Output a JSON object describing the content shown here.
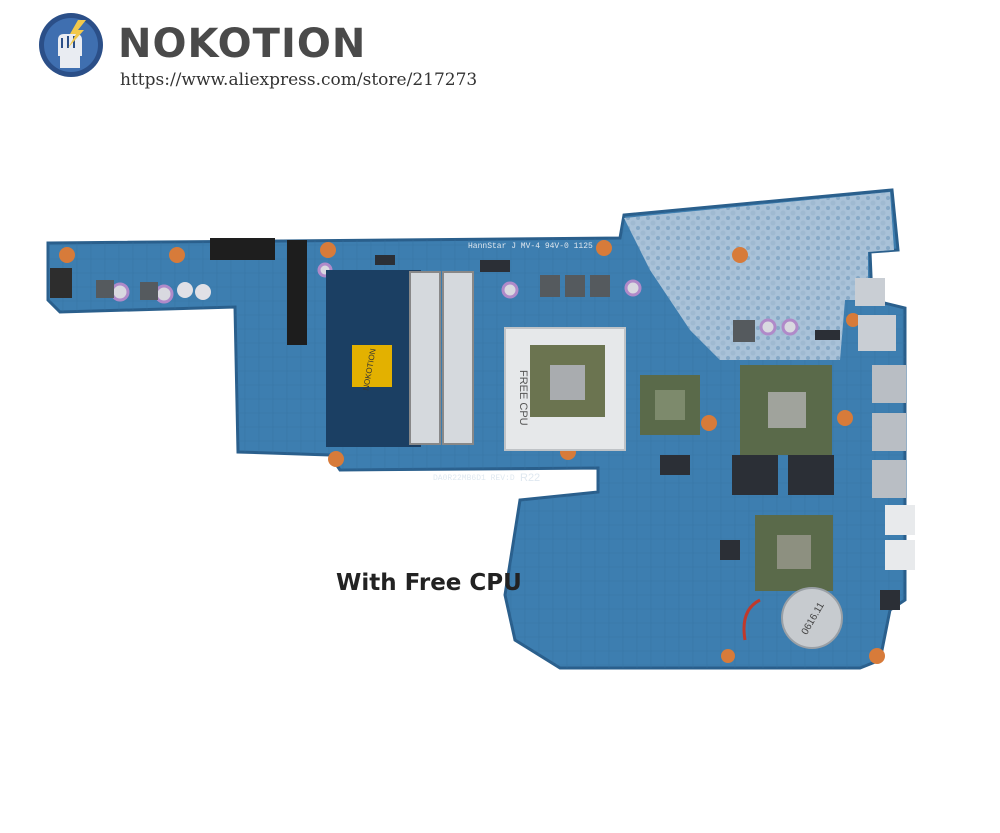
{
  "brand": {
    "name": "NOKOTION",
    "url": "https://www.aliexpress.com/store/217273"
  },
  "board": {
    "silkscreen_top": "HannStar J  MV-4   94V-0  1125",
    "silkscreen_bottom": "DA0R22MB6D1  REV:D",
    "revision": "R22",
    "cpu_label": "FREE CPU",
    "ram_sticker": "NOKOTION",
    "battery_text": "0616.11"
  },
  "caption": "With Free CPU",
  "colors": {
    "pcb": "#3d7eb0",
    "pcb_dark": "#2f6a9a",
    "chip": "#5a6a4a",
    "metal": "#c9ced4",
    "sticker": "#e3b100"
  }
}
